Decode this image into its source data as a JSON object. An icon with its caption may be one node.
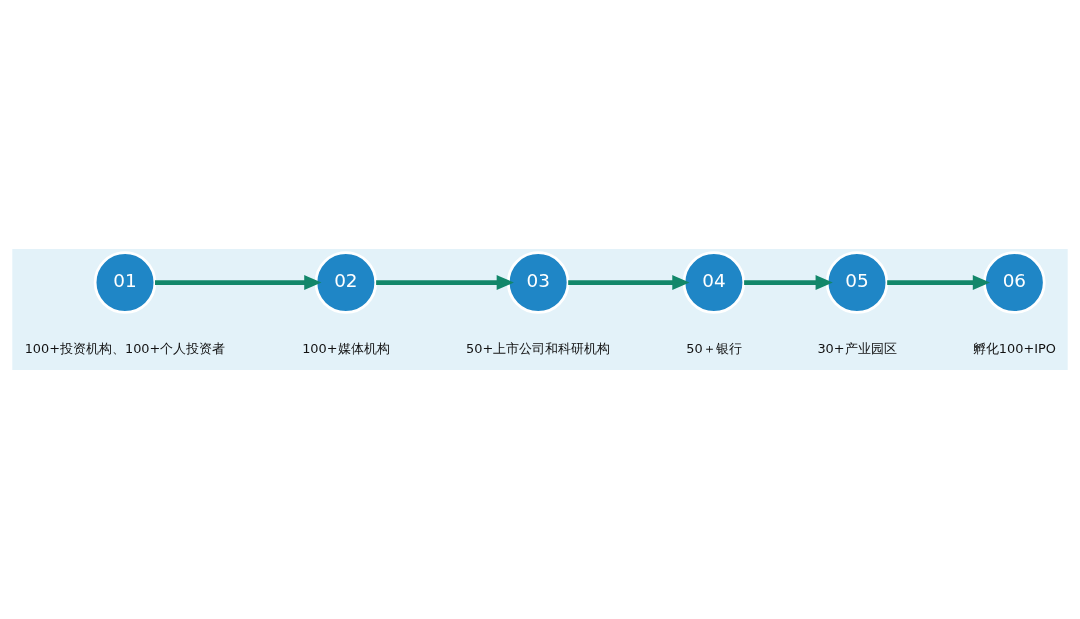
{
  "diagram": {
    "nodes": [
      {
        "text": [
          "01"
        ],
        "beside": [
          "100+投资机构、100+个人投资者"
        ]
      },
      {
        "text": [
          "02"
        ],
        "beside": [
          "100+媒体机构"
        ]
      },
      {
        "text": [
          "03"
        ],
        "beside": [
          "50+上市公司和科研机构"
        ]
      },
      {
        "text": [
          "04"
        ],
        "beside": [
          "50＋银行"
        ]
      },
      {
        "text": [
          "05"
        ],
        "beside": [
          "30+产业园区"
        ]
      },
      {
        "text": [
          "06"
        ],
        "beside": [
          "孵化100+IPO"
        ]
      }
    ],
    "edges": [
      {
        "from": 0,
        "to": 1,
        "arrow": "to"
      },
      {
        "from": 1,
        "to": 2,
        "arrow": "to"
      },
      {
        "from": 2,
        "to": 3,
        "arrow": "to"
      },
      {
        "from": 3,
        "to": 4,
        "arrow": "to"
      },
      {
        "from": 4,
        "to": 5,
        "arrow": "to"
      }
    ]
  }
}
